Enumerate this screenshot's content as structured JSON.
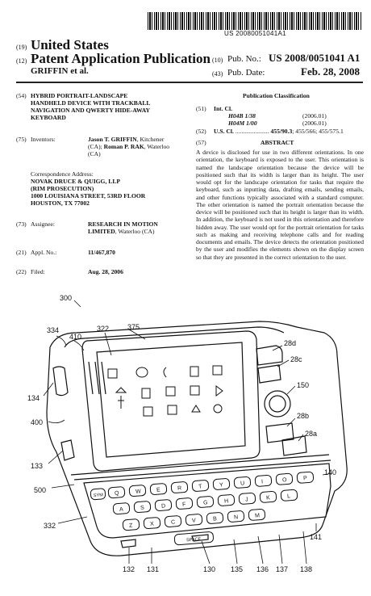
{
  "header": {
    "barcode_number": "US 20080051041A1",
    "code19": "(19)",
    "country": "United States",
    "code12": "(12)",
    "doc_type": "Patent Application Publication",
    "inventor_short": "GRIFFIN et al.",
    "code10": "(10)",
    "pub_no_label": "Pub. No.:",
    "pub_no": "US 2008/0051041 A1",
    "code43": "(43)",
    "pub_date_label": "Pub. Date:",
    "pub_date": "Feb. 28, 2008"
  },
  "left": {
    "c54": "(54)",
    "title_lines": [
      "HYBRID PORTRAIT-LANDSCAPE",
      "HANDHELD DEVICE WITH TRACKBALL",
      "NAVIGATION AND QWERTY HIDE-AWAY",
      "KEYBOARD"
    ],
    "c75": "(75)",
    "inventors_label": "Inventors:",
    "inv1_name": "Jason T. GRIFFIN",
    "inv1_loc": ", Kitchener",
    "inv_line2a": "(CA); ",
    "inv2_name": "Roman P. RAK",
    "inv2_loc": ", Waterloo",
    "inv_line3": "(CA)",
    "corr_label": "Correspondence Address:",
    "corr_lines": [
      "NOVAK DRUCE & QUIGG, LLP",
      "(RIM PROSECUTION)",
      "1000 LOUISIANA STREET, 53RD FLOOR",
      "HOUSTON, TX 77002"
    ],
    "c73": "(73)",
    "assignee_label": "Assignee:",
    "assignee_line1": "RESEARCH IN MOTION",
    "assignee_line2b": "LIMITED",
    "assignee_line2r": ", Waterloo (CA)",
    "c21": "(21)",
    "appl_label": "Appl. No.:",
    "appl_no": "11/467,870",
    "c22": "(22)",
    "filed_label": "Filed:",
    "filed": "Aug. 28, 2006"
  },
  "right": {
    "pub_class": "Publication Classification",
    "c51": "(51)",
    "intcl_label": "Int. Cl.",
    "cls1": "H04B 1/38",
    "cls1_date": "(2006.01)",
    "cls2": "H04M 1/00",
    "cls2_date": "(2006.01)",
    "c52": "(52)",
    "uscl_label": "U.S. Cl.",
    "uscl_dots": "......................",
    "uscl_main": "455/90.3",
    "uscl_rest": "; 455/566; 455/575.1",
    "c57": "(57)",
    "abstract_heading": "ABSTRACT",
    "abstract": "A device is disclosed for use in two different orientations. In one orientation, the keyboard is exposed to the user. This orientation is named the landscape orientation because the device will be positioned such that its width is larger than its height. The user would opt for the landscape orientation for tasks that require the keyboard, such as inputting data, drafting emails, sending emails, and other functions typically associated with a standard computer. The other orientation is named the portrait orientation because the device will be positioned such that its height is larger than its width. In addition, the keyboard is not used in this orientation and therefore hidden away. The user would opt for the portrait orientation for tasks such as making and receiving telephone calls and for reading documents and emails. The device detects the orientation positioned by the user and modifies the elements shown on the display screen so that they are presented in the correct orientation to the user."
  },
  "figure": {
    "labels": {
      "l300": "300",
      "l334": "334",
      "l410": "410",
      "l322": "322",
      "l375": "375",
      "l28d": "28d",
      "l28c": "28c",
      "l150": "150",
      "l28b": "28b",
      "l28a": "28a",
      "l134": "134",
      "l400": "400",
      "l133": "133",
      "l500": "500",
      "l140": "140",
      "l332": "332",
      "l141": "141",
      "l132": "132",
      "l131": "131",
      "l130": "130",
      "l135": "135",
      "l136": "136",
      "l137": "137",
      "l138": "138"
    },
    "keys_row1": [
      "Q",
      "W",
      "E",
      "R",
      "T",
      "Y",
      "U",
      "I",
      "O",
      "P"
    ],
    "keys_row2": [
      "A",
      "S",
      "D",
      "F",
      "G",
      "H",
      "J",
      "K",
      "L"
    ],
    "keys_row3": [
      "Z",
      "X",
      "C",
      "V",
      "B",
      "N",
      "M"
    ],
    "sym_key": "SYM",
    "space_key": "SPACE"
  }
}
